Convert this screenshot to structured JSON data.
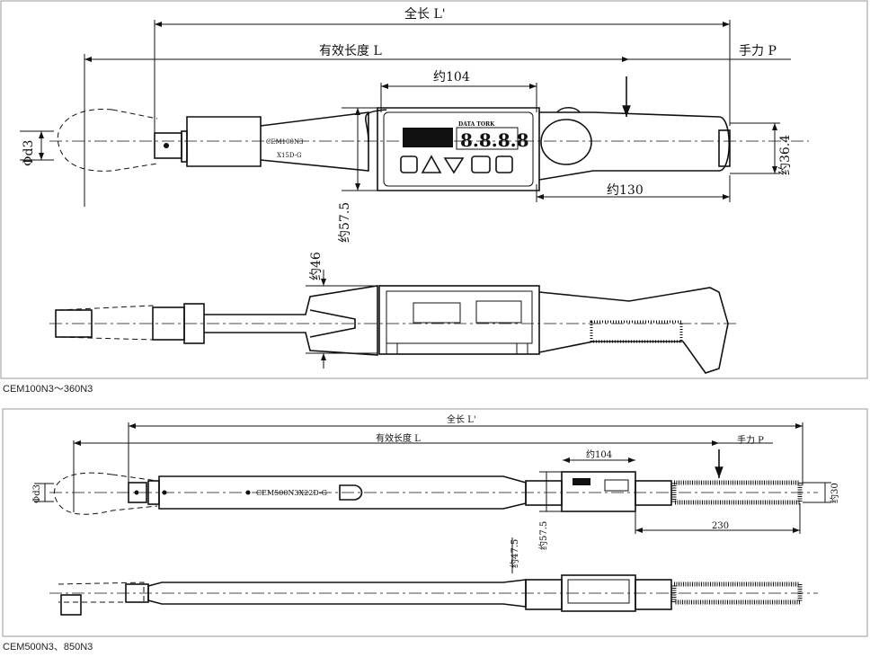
{
  "panel1": {
    "caption": "CEM100N3～360N3",
    "overall_length": "全长 L'",
    "effective_length": "有效长度 L",
    "hand_force": "手力 P",
    "width_display": "约104",
    "square_drive": "Φd3",
    "model_line1": "CEM100N3",
    "model_line2": "X15D-G",
    "grip_diameter": "约36.4",
    "grip_length": "约130",
    "height_display": "约57.5",
    "thickness": "约46",
    "display_digits": "8.8.8.8",
    "brand_label": "DATA TORK"
  },
  "panel2": {
    "caption": "CEM500N3、850N3",
    "overall_length": "全长 L'",
    "effective_length": "有效长度 L",
    "hand_force": "手力 P",
    "width_display": "约104",
    "square_drive": "Φd3",
    "model_label": "CEM500N3X22D-G",
    "grip_diameter": "约30",
    "grip_length": "230",
    "height_display": "约57.5",
    "thickness": "约47.5"
  }
}
